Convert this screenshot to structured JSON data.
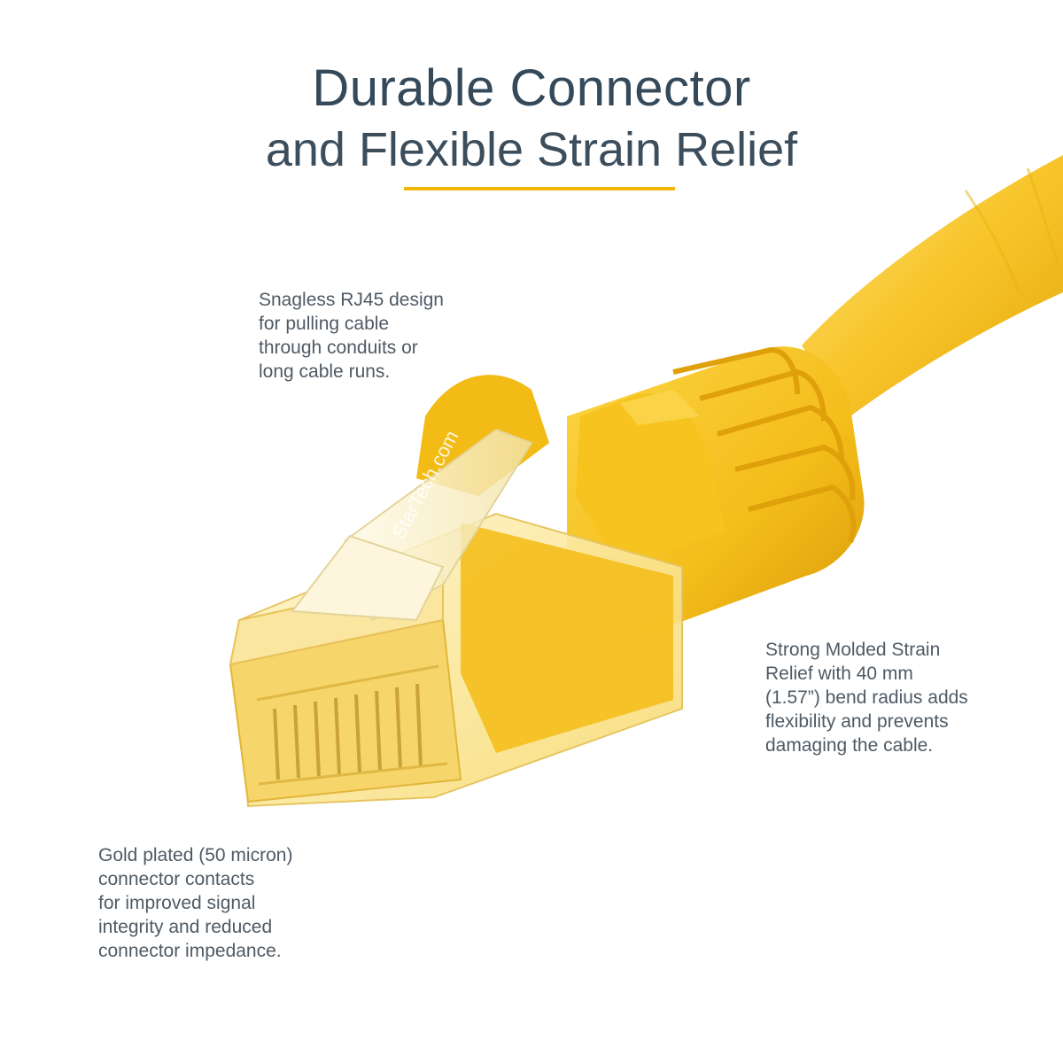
{
  "header": {
    "title_line1": "Durable Connector",
    "title_line2": "and Flexible Strain Relief"
  },
  "accent_color": "#f2b705",
  "cable_color": "#f6c21c",
  "callouts": {
    "rj45": "Snagless RJ45 design\nfor pulling cable\nthrough conduits or\nlong cable runs.",
    "strain_relief": "Strong Molded Strain\nRelief with 40 mm\n(1.57”) bend radius adds\nflexibility and prevents\ndamaging the cable.",
    "gold_contacts": "Gold plated (50 micron)\nconnector contacts\nfor improved signal\nintegrity and reduced\nconnector impedance."
  },
  "product": {
    "name": "yellow-ethernet-cable-connector",
    "brand_mark": "StarTech.com"
  }
}
